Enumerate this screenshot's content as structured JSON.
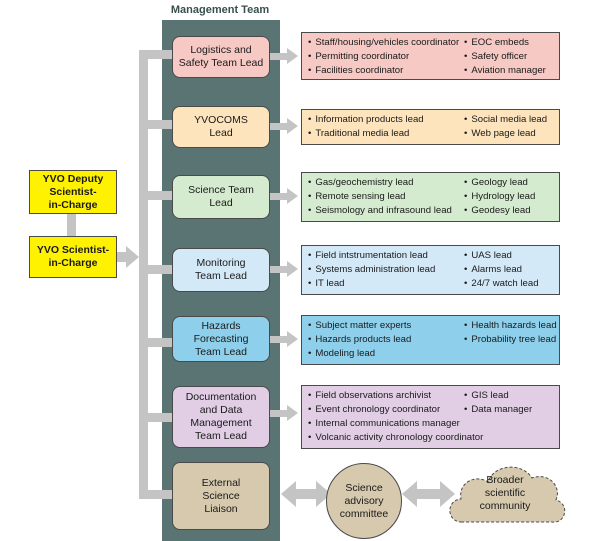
{
  "header": "Management Team",
  "deputy": "YVO Deputy\nScientist-\nin-Charge",
  "sic": "YVO Scientist-\nin-Charge",
  "leads": [
    {
      "label": "Logistics and\nSafety Team Lead",
      "color": "#f6c9c4",
      "col1": [
        "Staff/housing/vehicles coordinator",
        "Permitting coordinator",
        "Facilities coordinator"
      ],
      "col2": [
        "EOC embeds",
        "Safety officer",
        "Aviation manager"
      ]
    },
    {
      "label": "YVOCOMS\nLead",
      "color": "#fde4bd",
      "col1": [
        "Information products lead",
        "Traditional media lead"
      ],
      "col2": [
        "Social media lead",
        "Web page lead"
      ]
    },
    {
      "label": "Science Team\nLead",
      "color": "#d4ebcf",
      "col1": [
        "Gas/geochemistry lead",
        "Remote sensing lead",
        "Seismology and infrasound lead"
      ],
      "col2": [
        "Geology lead",
        "Hydrology lead",
        "Geodesy lead"
      ]
    },
    {
      "label": "Monitoring\nTeam Lead",
      "color": "#d4e9f7",
      "col1": [
        "Field intstrumentation lead",
        "Systems administration lead",
        "IT lead"
      ],
      "col2": [
        "UAS lead",
        "Alarms lead",
        "24/7 watch lead"
      ]
    },
    {
      "label": "Hazards\nForecasting\nTeam Lead",
      "color": "#8ed0ec",
      "col1": [
        "Subject matter experts",
        "Hazards products lead",
        "Modeling lead"
      ],
      "col2": [
        "Health hazards lead",
        "Probability tree lead"
      ]
    },
    {
      "label": "Documentation\nand Data\nManagement\nTeam Lead",
      "color": "#e1cee5",
      "col1": [
        "Field observations archivist",
        "Event chronology coordinator",
        "Internal communications manager",
        "Volcanic activity chronology coordinator"
      ],
      "col2": [
        "GIS lead",
        "Data manager"
      ]
    }
  ],
  "external": "External\nScience\nLiaison",
  "external_color": "#d6c9ad",
  "committee": "Science\nadvisory\ncommittee",
  "community": "Broader\nscientific\ncommunity",
  "colors": {
    "column": "#5a7373",
    "connector": "#c4c4c4",
    "yellow": "#fff200"
  }
}
